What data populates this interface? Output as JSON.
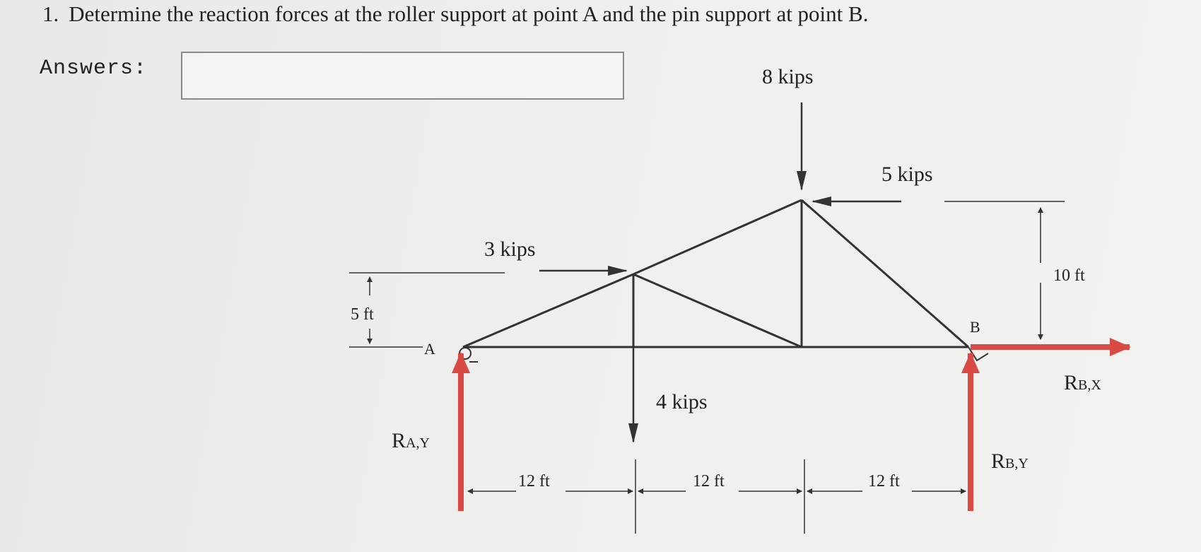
{
  "question": {
    "number": "1.",
    "text": "Determine the reaction forces at the roller support at point A and the pin support at point B."
  },
  "answer": {
    "label": "Answers:",
    "value": ""
  },
  "diagram": {
    "loads": {
      "top": "8 kips",
      "right": "5 kips",
      "left": "3 kips",
      "bottom": "4 kips"
    },
    "points": {
      "a": "A",
      "b": "B"
    },
    "dimensions": {
      "left_height": "5 ft",
      "right_height": "10 ft",
      "span1": "12 ft",
      "span2": "12 ft",
      "span3": "12 ft"
    },
    "reactions": {
      "ray_main": "R",
      "ray_sub": "A,Y",
      "rby_main": "R",
      "rby_sub": "B,Y",
      "rbx_main": "R",
      "rbx_sub": "B,X"
    },
    "colors": {
      "reaction": "#d94a45",
      "member": "#333333"
    }
  }
}
